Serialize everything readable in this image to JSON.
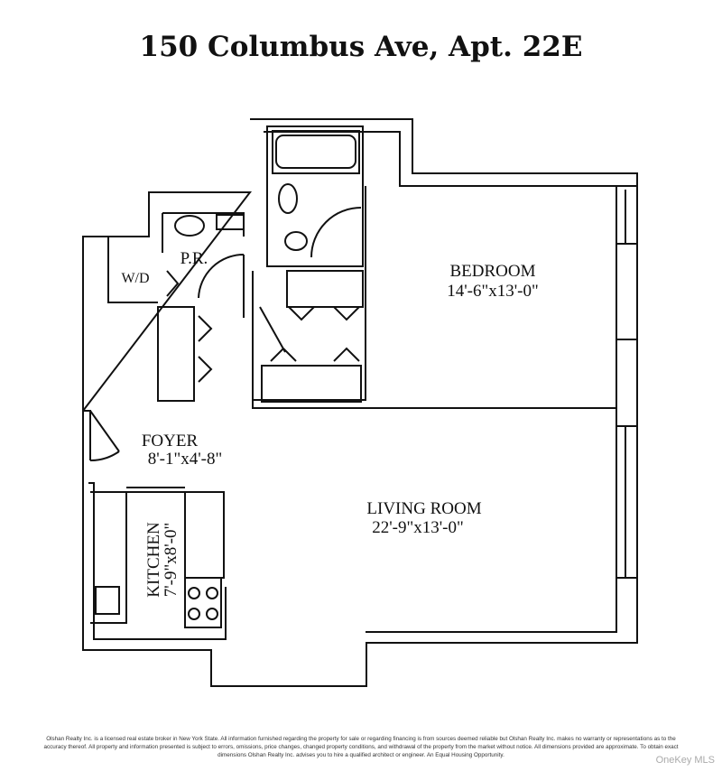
{
  "title": "150 Columbus Ave, Apt. 22E",
  "rooms": {
    "powder_room": "P.R.",
    "washer_dryer": "W/D",
    "bedroom": {
      "name": "BEDROOM",
      "dims": "14'-6\"x13'-0\""
    },
    "foyer": {
      "name": "FOYER",
      "dims": "8'-1\"x4'-8\""
    },
    "living_room": {
      "name": "LIVING ROOM",
      "dims": "22'-9\"x13'-0\""
    },
    "kitchen": {
      "name": "KITCHEN",
      "dims": "7'-9\"x8'-0\""
    }
  },
  "disclaimer": "Olshan Realty Inc. is a licensed real estate broker in New York State. All information furnished regarding the property for sale or regarding financing is from sources deemed reliable but Olshan Realty Inc. makes no warranty or representations as to the accuracy thereof. All property and information presented is subject to errors, omissions, price changes, changed property conditions, and withdrawal of the property from the market without notice. All dimensions provided are approximate. To obtain exact dimensions Olshan Realty Inc. advises you to hire a qualified architect or engineer. An Equal Housing Opportunity.",
  "watermark": "OneKey MLS"
}
